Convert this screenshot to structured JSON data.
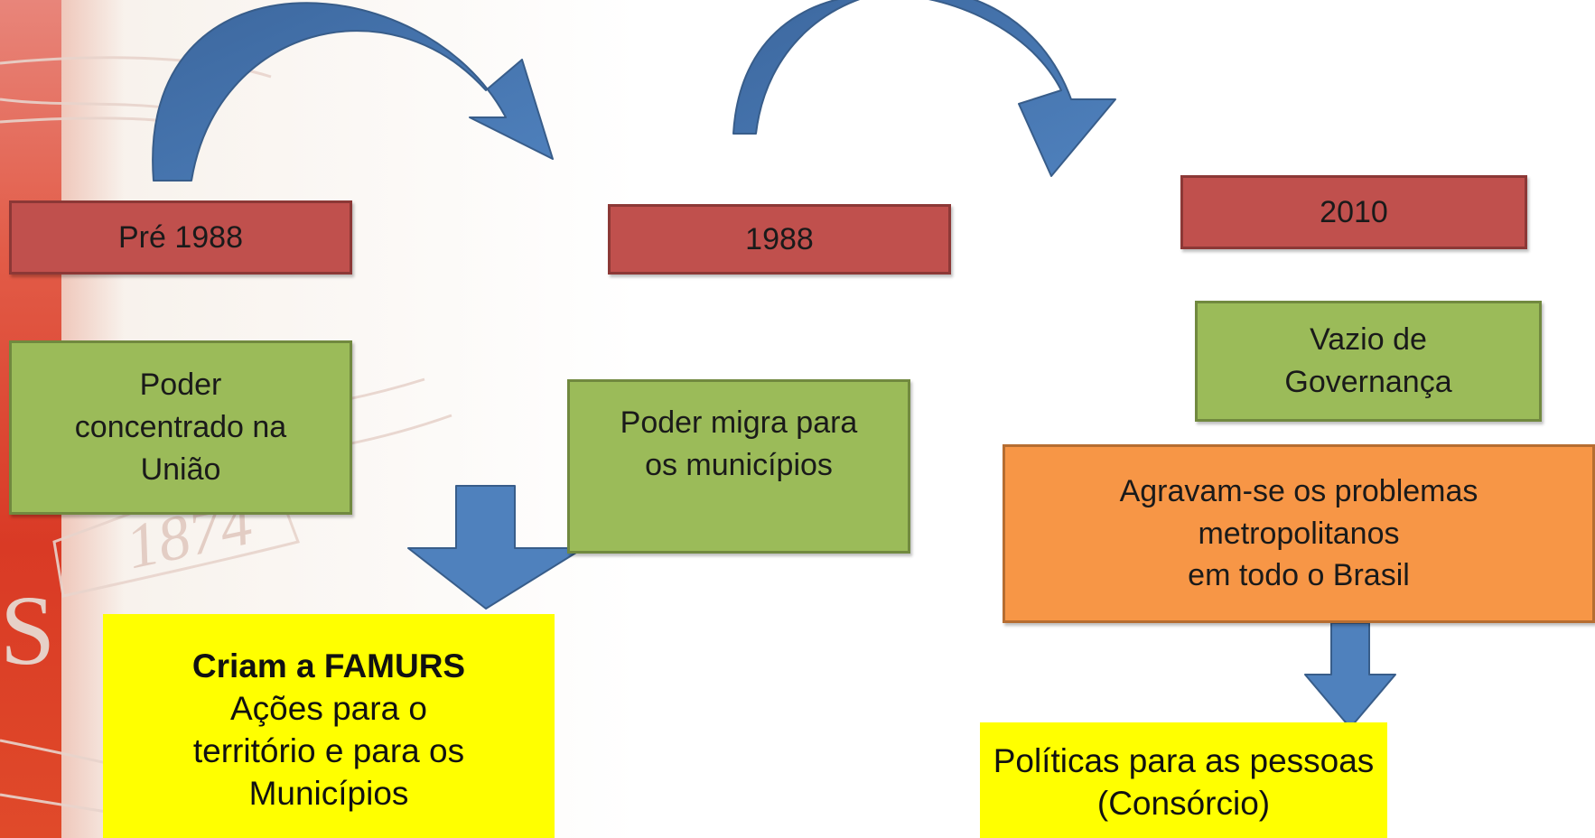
{
  "timeline": {
    "pre_1988": "Pré 1988",
    "y1988": "1988",
    "y2010": "2010"
  },
  "green_boxes": {
    "poder_uniao": "Poder\nconcentrado na\nUnião",
    "poder_municipios": "Poder migra para\nos municípios",
    "vazio": "Vazio de\nGovernança"
  },
  "orange_box": "Agravam-se os problemas\nmetropolitanos\nem todo o Brasil",
  "famurs": {
    "title": "Criam a FAMURS",
    "text": "Ações para o\nterritório e para os\nMunicípios"
  },
  "politicas": "Políticas para as pessoas\n(Consórcio)",
  "watermark_text": "1874",
  "colors": {
    "red": "#c0504d",
    "green": "#9bbb59",
    "orange": "#f79646",
    "yellow": "#ffff00",
    "arrow_blue": "#4f81bd"
  }
}
